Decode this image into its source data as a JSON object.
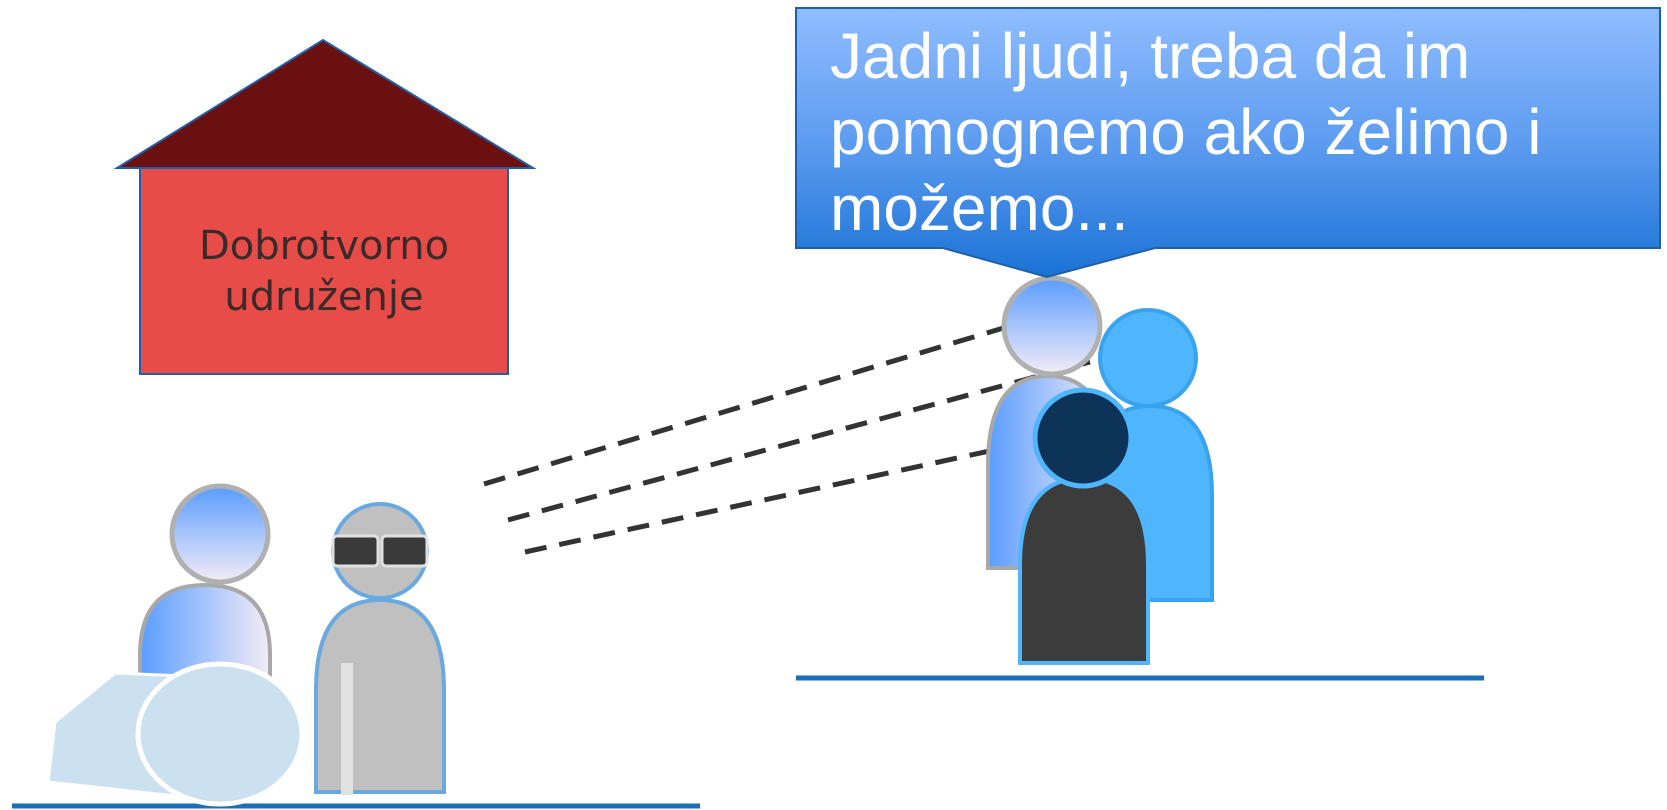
{
  "house": {
    "label_line1": "Dobrotvorno",
    "label_line2": "udruženje",
    "roof_color": "#6a1010",
    "wall_color": "#e84c48"
  },
  "speech_bubble": {
    "text": "Jadni ljudi, treba da im pomognemo ako želimo i možemo...",
    "colors": [
      "#8fbcff",
      "#1a72d6"
    ]
  },
  "people": {
    "left_group": [
      "seated-person",
      "blindfolded-person"
    ],
    "right_group": [
      "speaker-person",
      "light-blue-person",
      "dark-person"
    ]
  },
  "ground_color": "#1a6fb8",
  "connector_style": "dashed"
}
